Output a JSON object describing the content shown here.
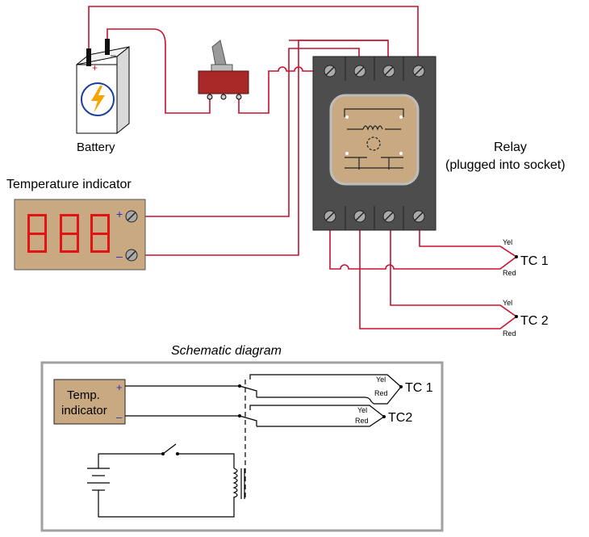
{
  "battery": {
    "label": "Battery",
    "plus": "+",
    "minus": "–"
  },
  "relay": {
    "label_line1": "Relay",
    "label_line2": "(plugged into socket)"
  },
  "indicator": {
    "label": "Temperature indicator",
    "plus": "+",
    "minus": "–"
  },
  "thermocouples": {
    "tc1": {
      "label": "TC 1",
      "yel": "Yel",
      "red": "Red"
    },
    "tc2": {
      "label": "TC 2",
      "yel": "Yel",
      "red": "Red"
    }
  },
  "schematic": {
    "title": "Schematic diagram",
    "indicator_line1": "Temp.",
    "indicator_line2": "indicator",
    "plus": "+",
    "minus": "–",
    "tc1": {
      "label": "TC 1",
      "yel": "Yel",
      "red": "Red"
    },
    "tc2": {
      "label": "TC2",
      "yel": "Yel",
      "red": "Red"
    }
  },
  "colors": {
    "wire": "#c8102e",
    "relay_body": "#4d4d4d",
    "relay_terminal": "#aaaaaa",
    "indicator_body": "#c9a981",
    "switch_body": "#a82828",
    "schematic_border": "#a0a0a0"
  }
}
